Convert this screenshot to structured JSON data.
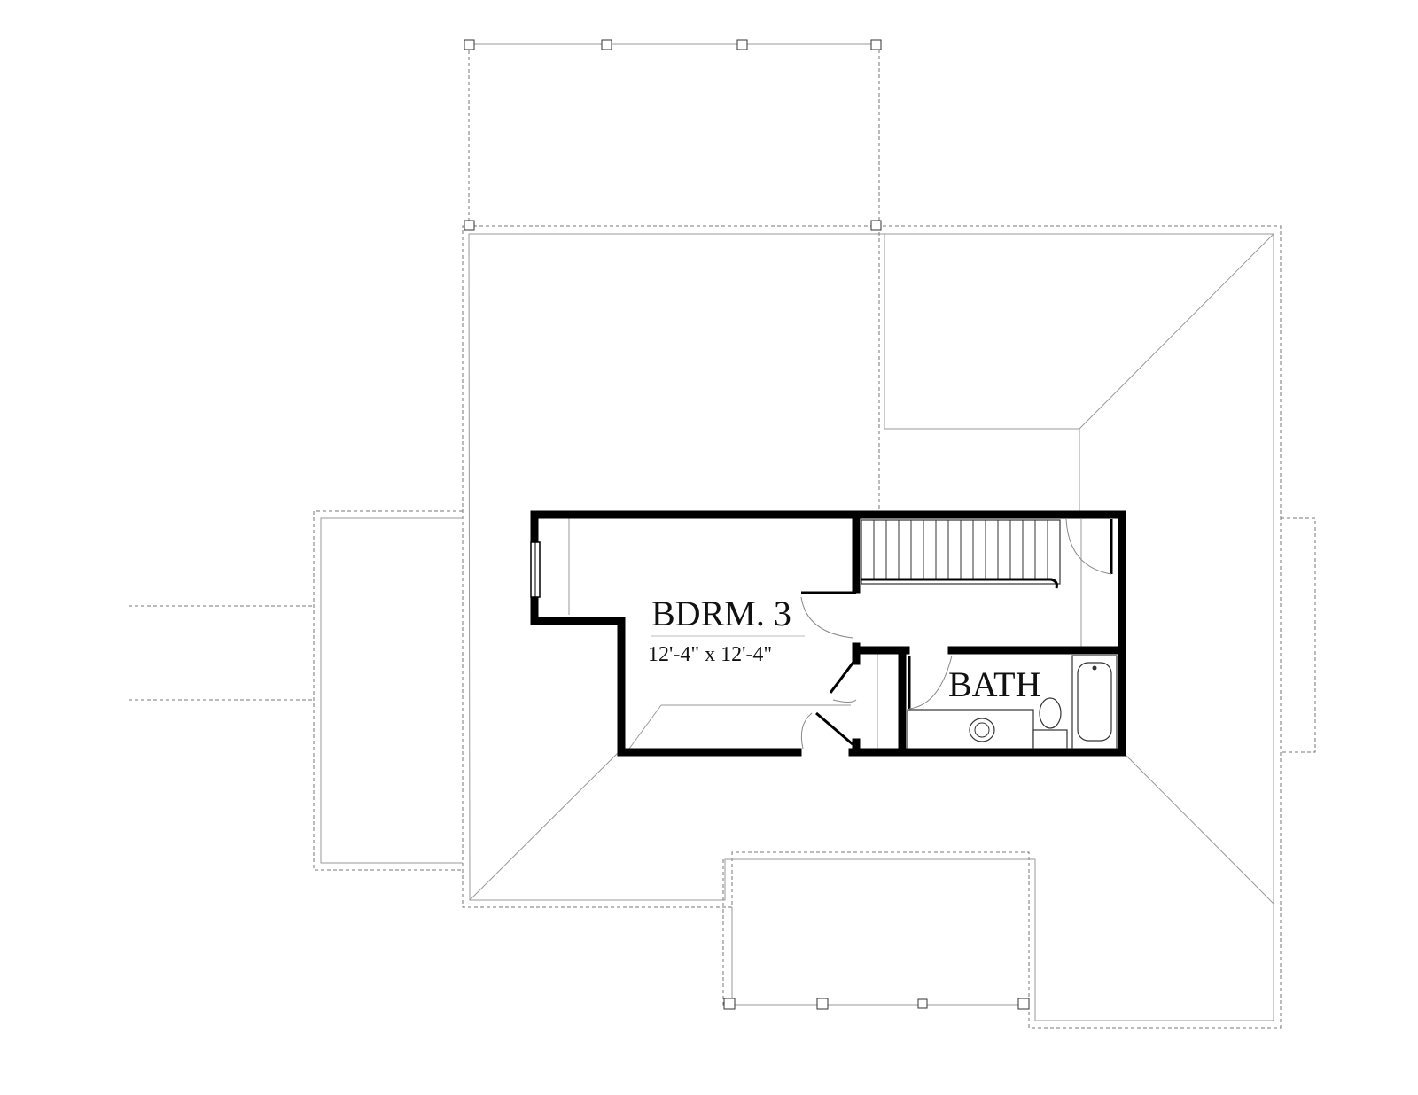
{
  "rooms": {
    "bedroom": {
      "name": "BDRM. 3",
      "size": "12'-4\" x 12'-4\""
    },
    "bath": {
      "name": "BATH"
    }
  },
  "colors": {
    "wall": "#000000",
    "roof_line": "#777777",
    "background": "#ffffff"
  }
}
